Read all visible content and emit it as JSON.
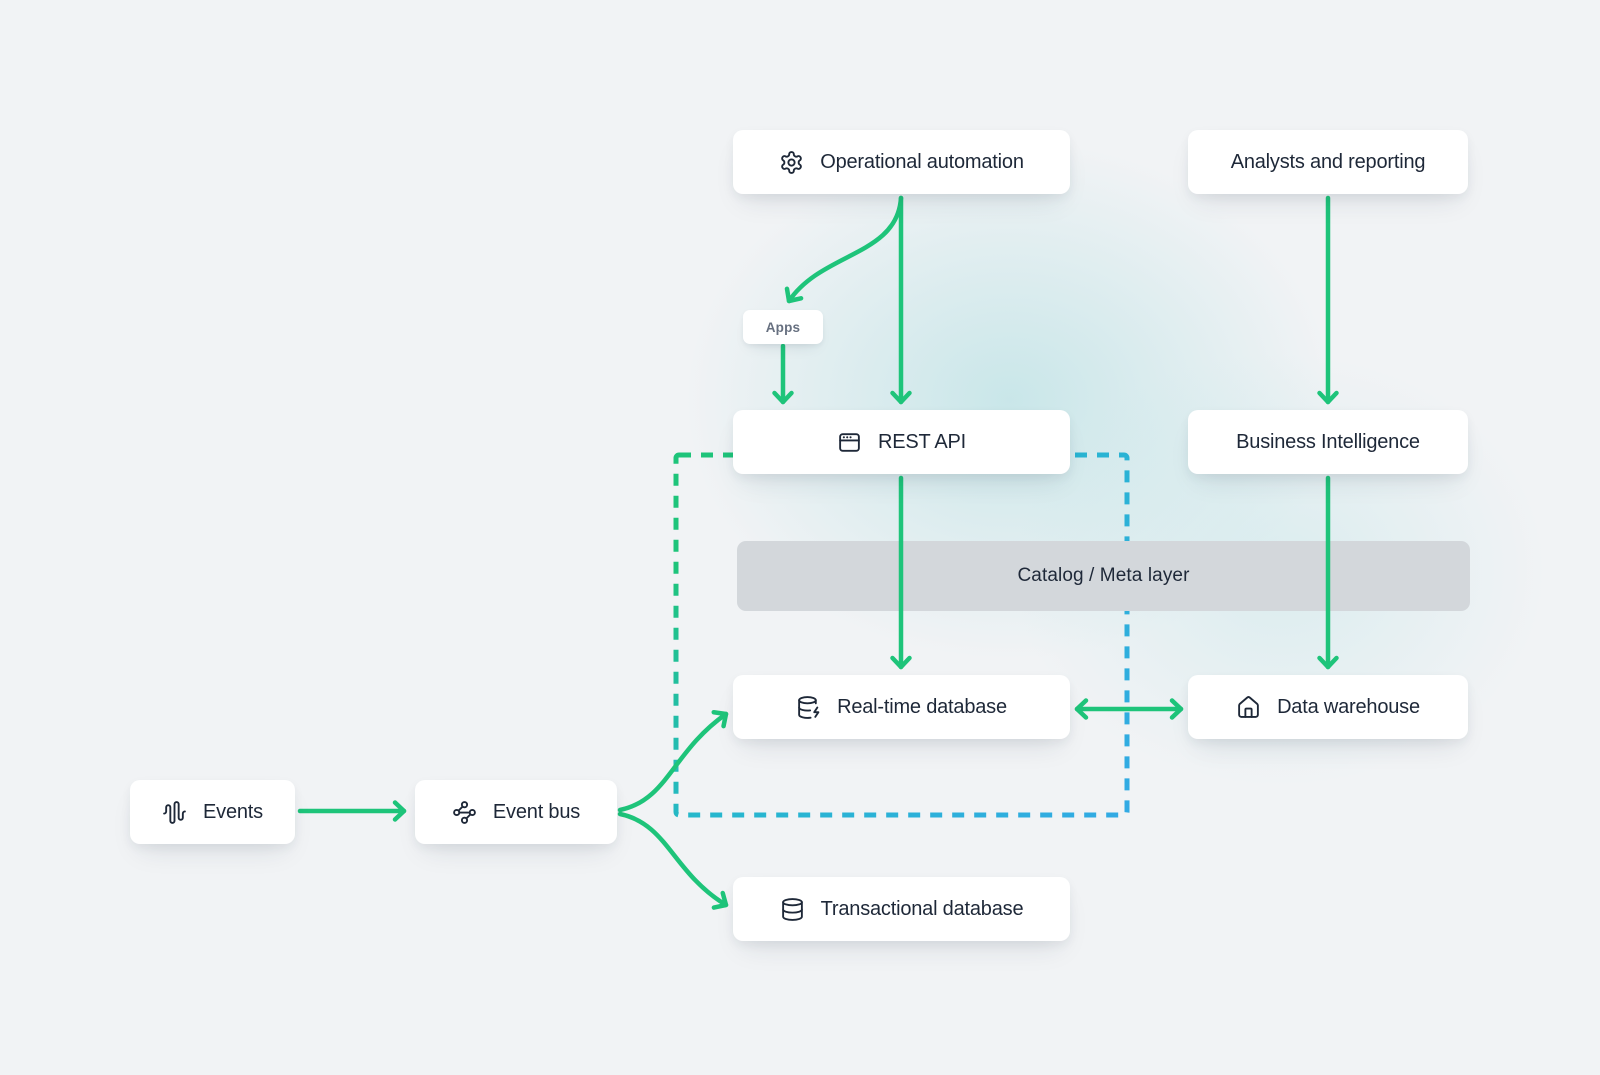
{
  "diagram": {
    "type": "architecture-flow-diagram",
    "nodes": {
      "operational_automation": {
        "label": "Operational automation",
        "icon": "gear-icon"
      },
      "analysts_reporting": {
        "label": "Analysts and reporting",
        "icon": null
      },
      "apps": {
        "label": "Apps",
        "icon": null
      },
      "rest_api": {
        "label": "REST API",
        "icon": "app-window-icon"
      },
      "business_intelligence": {
        "label": "Business Intelligence",
        "icon": null
      },
      "catalog_meta_layer": {
        "label": "Catalog / Meta layer",
        "icon": null
      },
      "real_time_database": {
        "label": "Real-time database",
        "icon": "database-zap-icon"
      },
      "data_warehouse": {
        "label": "Data warehouse",
        "icon": "house-icon"
      },
      "events": {
        "label": "Events",
        "icon": "waveform-icon"
      },
      "event_bus": {
        "label": "Event bus",
        "icon": "waypoints-icon"
      },
      "transactional_database": {
        "label": "Transactional database",
        "icon": "database-icon"
      }
    },
    "edges": [
      {
        "from": "operational_automation",
        "to": "apps"
      },
      {
        "from": "operational_automation",
        "to": "rest_api"
      },
      {
        "from": "apps",
        "to": "rest_api"
      },
      {
        "from": "analysts_reporting",
        "to": "business_intelligence"
      },
      {
        "from": "rest_api",
        "to": "real_time_database"
      },
      {
        "from": "business_intelligence",
        "to": "data_warehouse"
      },
      {
        "from": "real_time_database",
        "to": "data_warehouse",
        "bidirectional": true
      },
      {
        "from": "events",
        "to": "event_bus"
      },
      {
        "from": "event_bus",
        "to": "real_time_database"
      },
      {
        "from": "event_bus",
        "to": "transactional_database"
      }
    ],
    "dashed_boundary": "encloses REST API, Catalog / Meta layer and Real-time database region",
    "colors": {
      "arrow_green": "#1ec47a",
      "dash_teal": "#26b7cd",
      "dash_blue": "#32aae4",
      "node_text": "#1e2838",
      "apps_text": "#677080",
      "catalog_bg": "#d3d7db",
      "background": "#f1f3f5"
    }
  }
}
